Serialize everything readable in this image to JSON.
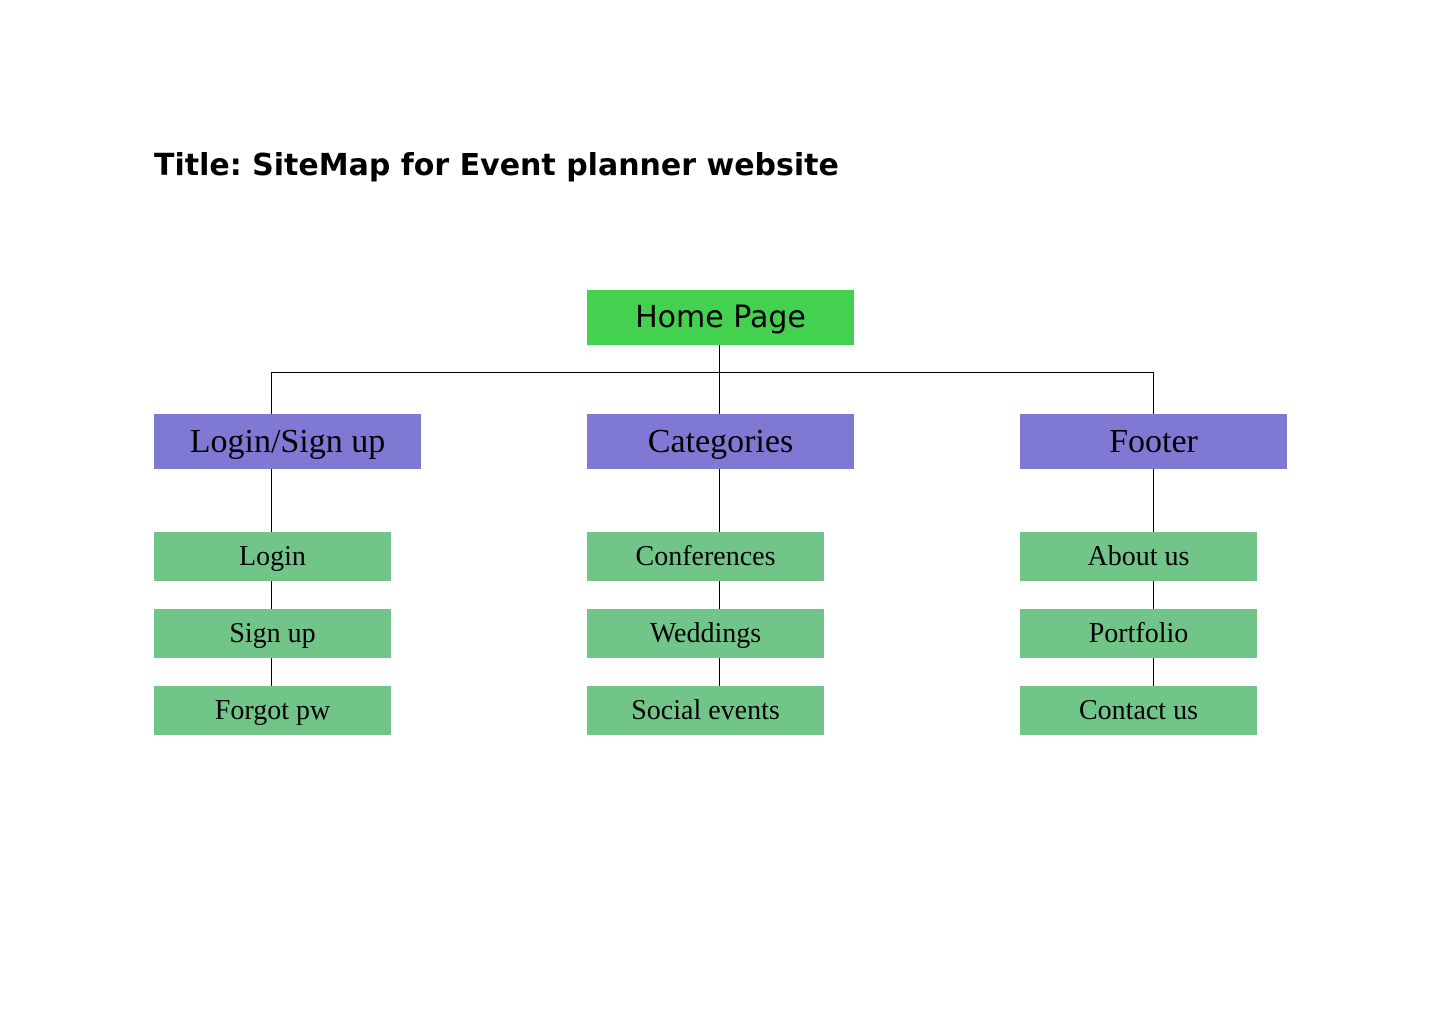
{
  "title": "Title: SiteMap for Event planner website",
  "colors": {
    "home": "#44d14f",
    "section": "#8079d4",
    "page": "#72c589",
    "connector": "#000000"
  },
  "root": {
    "label": "Home Page",
    "children": [
      {
        "label": "Login/Sign up",
        "children": [
          {
            "label": "Login"
          },
          {
            "label": "Sign up"
          },
          {
            "label": "Forgot pw"
          }
        ]
      },
      {
        "label": "Categories",
        "children": [
          {
            "label": "Conferences"
          },
          {
            "label": "Weddings"
          },
          {
            "label": "Social events"
          }
        ]
      },
      {
        "label": "Footer",
        "children": [
          {
            "label": "About us"
          },
          {
            "label": "Portfolio"
          },
          {
            "label": "Contact us"
          }
        ]
      }
    ]
  }
}
